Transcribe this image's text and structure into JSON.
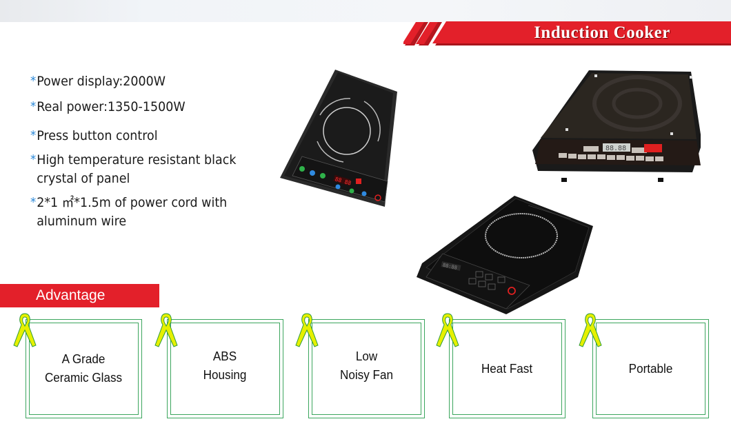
{
  "header": {
    "title": "Induction Cooker",
    "bar_color": "#e3202a",
    "stripe_color": "#b5161e"
  },
  "features": [
    {
      "bullet": "*",
      "line1": "Power display:2000W",
      "line2": ""
    },
    {
      "bullet": "*",
      "line1": "Real power:1350-1500W",
      "line2": ""
    },
    {
      "bullet": "*",
      "line1": "Press button control",
      "line2": ""
    },
    {
      "bullet": "*",
      "line1": "High temperature resistant black",
      "line2": "crystal of panel"
    },
    {
      "bullet": "*",
      "line1": "2*1 ㎡*1.5m of power cord with",
      "line2": "aluminum wire"
    }
  ],
  "advantage": {
    "label": "Advantage",
    "cards": [
      {
        "line1": "A Grade",
        "line2": "Ceramic Glass",
        "icon": "ribbon-icon"
      },
      {
        "line1": "ABS",
        "line2": "Housing",
        "icon": "ribbon-icon"
      },
      {
        "line1": "Low",
        "line2": "Noisy Fan",
        "icon": "ribbon-icon"
      },
      {
        "line1": "Heat Fast",
        "line2": "",
        "icon": "ribbon-icon"
      },
      {
        "line1": "Portable",
        "line2": "",
        "icon": "ribbon-icon"
      }
    ],
    "border_color": "#3aa55c",
    "ribbon_color": "#e6f000"
  },
  "products": [
    {
      "name": "induction-cooker-press-button",
      "display": "88 88"
    },
    {
      "name": "induction-cooker-lcd-panel",
      "display": "88.88"
    },
    {
      "name": "induction-cooker-touch-panel",
      "display": "88:88"
    }
  ]
}
